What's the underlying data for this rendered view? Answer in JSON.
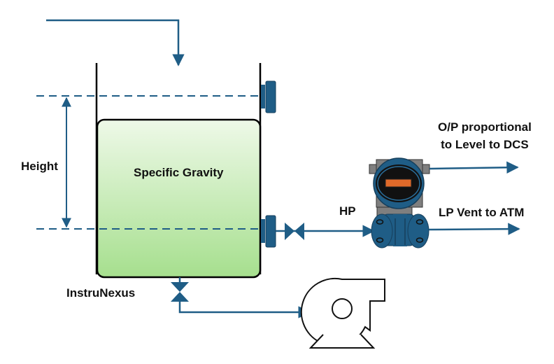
{
  "labels": {
    "height": "Height",
    "specific_gravity": "Specific Gravity",
    "hp": "HP",
    "lp_vent": "LP Vent to ATM",
    "output_line1": "O/P proportional",
    "output_line2": "to Level to DCS",
    "brand": "InstruNexus"
  },
  "colors": {
    "line": "#1f5d86",
    "flange": "#1f5d86",
    "liquid_top": "#eef9e8",
    "liquid_bottom": "#a6df8e",
    "transmitter_body": "#1f5d86",
    "transmitter_housing": "#7f7f7f",
    "display_window": "#e06a2a",
    "pump_outline": "#111111"
  }
}
